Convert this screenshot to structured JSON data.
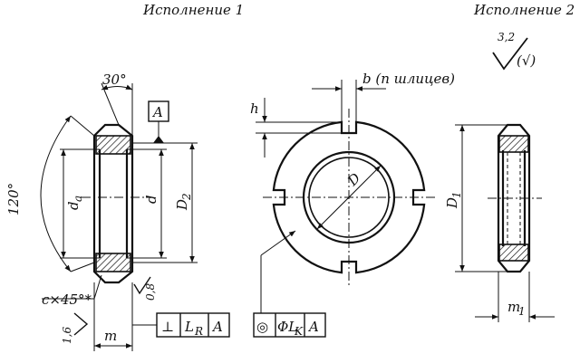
{
  "headings": {
    "version1": "Исполнение 1",
    "version2": "Исполнение 2"
  },
  "roughness": {
    "value": "3,2",
    "suffix": "(√)"
  },
  "dims": {
    "angle_30": "30°",
    "angle_120": "120°",
    "d_a": "d",
    "d_a_sub": "a",
    "d": "d",
    "D_2": "D",
    "D_2_sub": "2",
    "D_1": "D",
    "D_1_sub": "1",
    "D": "D",
    "h": "h",
    "b": "b (п шлицев)",
    "chamfer": "c×45°*",
    "m": "m",
    "m_1": "m",
    "m_1_sub": "1",
    "r_16": "1,6",
    "r_08": "0,8"
  },
  "datum": "A",
  "tolerance_frame_1": {
    "symbol": "⊥",
    "value": "L",
    "value_sub": "R",
    "datum": "A"
  },
  "tolerance_frame_2": {
    "symbol": "◎",
    "value": "ΦL",
    "value_sub": "K",
    "datum": "A"
  }
}
